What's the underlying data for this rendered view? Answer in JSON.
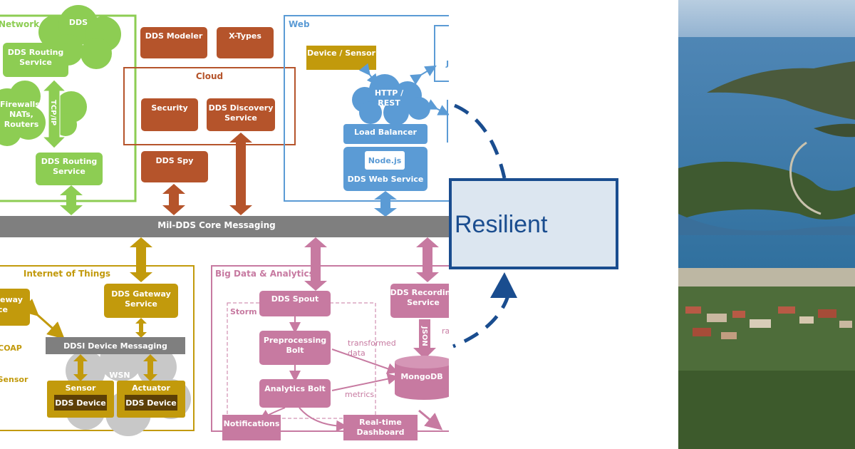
{
  "diagram": {
    "network": {
      "title": "Network",
      "dds_cloud": "DDS",
      "routing_top": [
        "DDS Routing",
        "Service"
      ],
      "firewalls": [
        "Firewalls,",
        "NATs,",
        "Routers"
      ],
      "tcpip": "TCP/IP",
      "routing_bottom": [
        "DDS Routing",
        "Service"
      ]
    },
    "tools": {
      "modeler": "DDS Modeler",
      "xtypes": "X-Types",
      "cloud_title": "Cloud",
      "security": "Security",
      "discovery": [
        "DDS Discovery",
        "Service"
      ],
      "spy": "DDS Spy"
    },
    "web": {
      "title": "Web",
      "device_sensor": "Device / Sensor",
      "j": "J",
      "http": [
        "HTTP /",
        "REST"
      ],
      "load_balancer": "Load Balancer",
      "nodejs": "Node.js",
      "web_service": "DDS Web Service"
    },
    "core": "Mil-DDS Core Messaging",
    "iot": {
      "title": "Internet of Things",
      "gateway_left": [
        "eway",
        "ce"
      ],
      "coap": "COAP",
      "sensor_left": "Sensor",
      "gateway": [
        "DDS Gateway",
        "Service"
      ],
      "ddsi": "DDSI Device Messaging",
      "wsn": "WSN",
      "sensor": "Sensor",
      "actuator": "Actuator",
      "dds_device": "DDS Device"
    },
    "bigdata": {
      "title": "Big Data & Analytics",
      "spout": "DDS Spout",
      "storm": "Storm",
      "recording": [
        "DDS Recording",
        "Service"
      ],
      "json": "JSON",
      "ra": "ra",
      "preprocessing": [
        "Preprocessing",
        "Bolt"
      ],
      "transformed": [
        "transformed",
        "data"
      ],
      "mongodb": "MongoDB",
      "analytics": "Analytics Bolt",
      "metrics": "metrics",
      "notifications": "Notifications",
      "dashboard": [
        "Real-time",
        "Dashboard"
      ]
    }
  },
  "middle": {
    "label": "Resilient"
  },
  "colors": {
    "green": "#8dcd53",
    "brown": "#b5542b",
    "blue": "#5b9bd5",
    "gold": "#c29a0c",
    "pink": "#c77aa1",
    "gray": "#7f7f7f",
    "navy": "#1a4d8f",
    "sea": "#2f6fa0"
  }
}
